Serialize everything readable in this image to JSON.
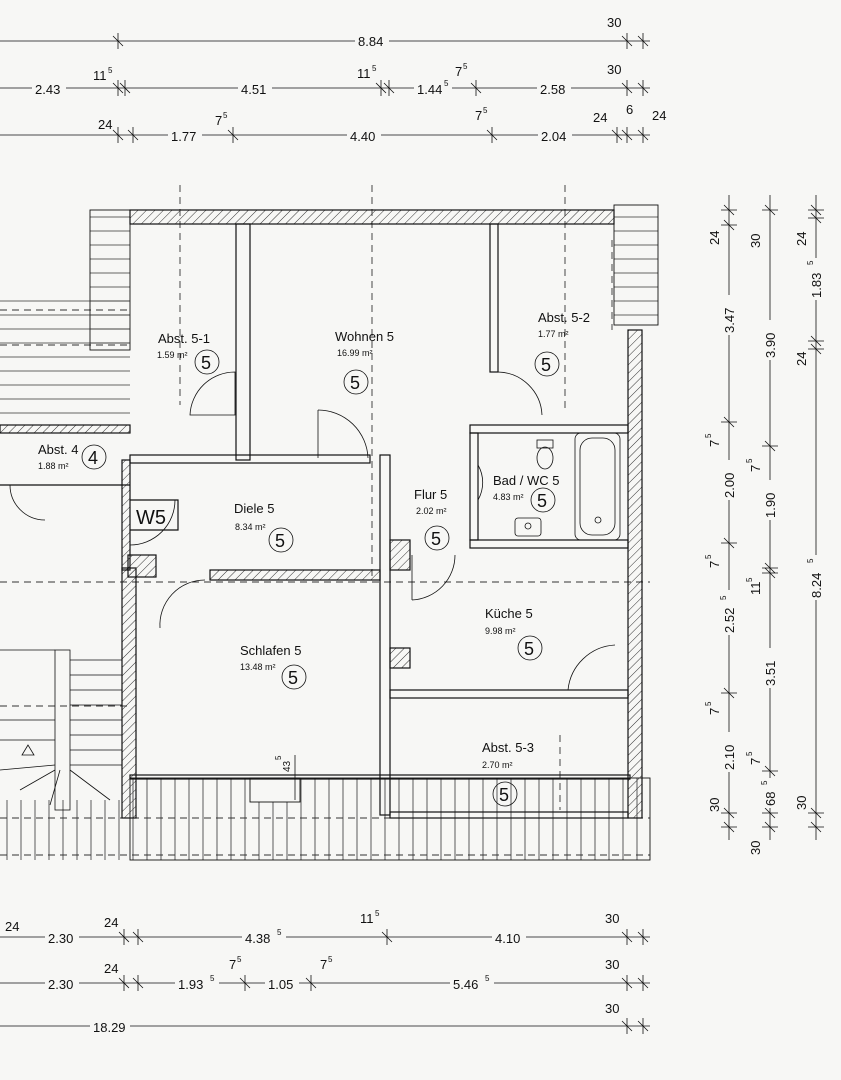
{
  "dimensions_top": {
    "row1": {
      "total": "8.84",
      "end_wall": "30"
    },
    "row2": {
      "d1": "2.43",
      "w1": "11",
      "d2": "4.51",
      "w2": "11",
      "d3": "1.44",
      "w3": "7",
      "d4": "2.58",
      "end_wall": "30",
      "sup5": "5"
    },
    "row3": {
      "w1": "24",
      "d1": "1.77",
      "w2": "7",
      "d2": "4.40",
      "w3": "7",
      "d3": "2.04",
      "w4": "24",
      "w5": "6",
      "w6": "24",
      "sup5": "5"
    }
  },
  "dimensions_bottom": {
    "row1": {
      "w1": "24",
      "d1": "2.30",
      "w2": "24",
      "d2": "4.38",
      "w3": "11",
      "d3": "4.10",
      "end_wall": "30",
      "sup5": "5"
    },
    "row2": {
      "d1": "2.30",
      "w1": "24",
      "d2": "1.93",
      "w2": "7",
      "d3": "1.05",
      "w3": "7",
      "d4": "5.46",
      "end_wall": "30",
      "sup5": "5"
    },
    "row3": {
      "total": "18.29",
      "end_wall": "30"
    }
  },
  "dimensions_right": {
    "col1": {
      "w1": "24",
      "d1": "3.47",
      "w2": "7",
      "d2": "2.00",
      "w3": "7",
      "d3": "2.52",
      "w4": "7",
      "d4": "2.10",
      "w5": "30",
      "sup5": "5"
    },
    "col2": {
      "w1": "30",
      "d1": "3.90",
      "w2": "7",
      "d2": "1.90",
      "w3": "11",
      "d3": "3.51",
      "w4": "7",
      "d4": "68",
      "w5": "30",
      "sup5": "5"
    },
    "col3": {
      "w1": "24",
      "d1": "1.83",
      "w2": "24",
      "d2": "8.24",
      "w3": "30",
      "sup5": "5"
    }
  },
  "rooms": {
    "abst51": {
      "name": "Abst. 5-1",
      "area": "1.59 m²",
      "num": "5"
    },
    "wohnen": {
      "name": "Wohnen 5",
      "area": "16.99 m²",
      "num": "5"
    },
    "abst52": {
      "name": "Abst. 5-2",
      "area": "1.77 m²",
      "num": "5"
    },
    "abst4": {
      "name": "Abst. 4",
      "area": "1.88 m²",
      "num": "4"
    },
    "diele": {
      "name": "Diele 5",
      "area": "8.34 m²",
      "num": "5"
    },
    "flur": {
      "name": "Flur 5",
      "area": "2.02 m²",
      "num": "5"
    },
    "bad": {
      "name": "Bad / WC 5",
      "area": "4.83 m²",
      "num": "5"
    },
    "kueche": {
      "name": "Küche 5",
      "area": "9.98 m²",
      "num": "5"
    },
    "schlafen": {
      "name": "Schlafen 5",
      "area": "13.48 m²",
      "num": "5"
    },
    "abst53": {
      "name": "Abst. 5-3",
      "area": "2.70 m²",
      "num": "5"
    }
  },
  "unit_label": "W5",
  "window_dim": {
    "value": "43",
    "sup": "5"
  }
}
